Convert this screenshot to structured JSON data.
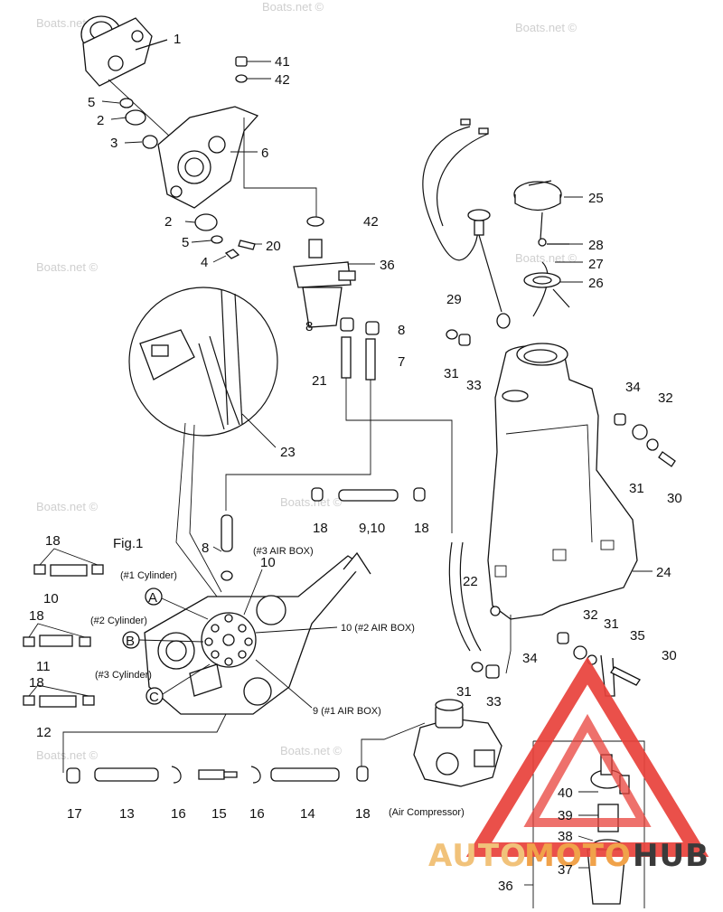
{
  "watermark": "Boats.net ©",
  "fig_label": "Fig.1",
  "labels": {
    "cyl1": "(#1 Cylinder)",
    "cyl2": "(#2 Cylinder)",
    "cyl3": "(#3 Cylinder)",
    "air3": "(#3 AIR BOX)",
    "air2": "10 (#2 AIR BOX)",
    "air1": "9 (#1 AIR BOX)",
    "compressor": "(Air Compressor)",
    "ports": [
      "A",
      "B",
      "C"
    ]
  },
  "callouts": [
    "1",
    "41",
    "42",
    "5",
    "2",
    "3",
    "6",
    "42",
    "2",
    "5",
    "20",
    "4",
    "36",
    "8",
    "8",
    "21",
    "7",
    "25",
    "28",
    "27",
    "26",
    "29",
    "31",
    "33",
    "34",
    "32",
    "31",
    "30",
    "23",
    "8",
    "18",
    "9,10",
    "18",
    "18",
    "10",
    "18",
    "11",
    "18",
    "12",
    "10",
    "22",
    "24",
    "34",
    "32",
    "31",
    "35",
    "30",
    "31",
    "33",
    "17",
    "13",
    "16",
    "15",
    "16",
    "14",
    "18",
    "40",
    "39",
    "38",
    "37",
    "36"
  ],
  "logo": {
    "auto": "AUTO",
    "moto": "MOTO",
    "hub": "HUB",
    "colors": {
      "auto": "#f1c27a",
      "moto": "#f0a24a",
      "hub": "#3a3a3a",
      "triangle": "#e8413b"
    }
  }
}
